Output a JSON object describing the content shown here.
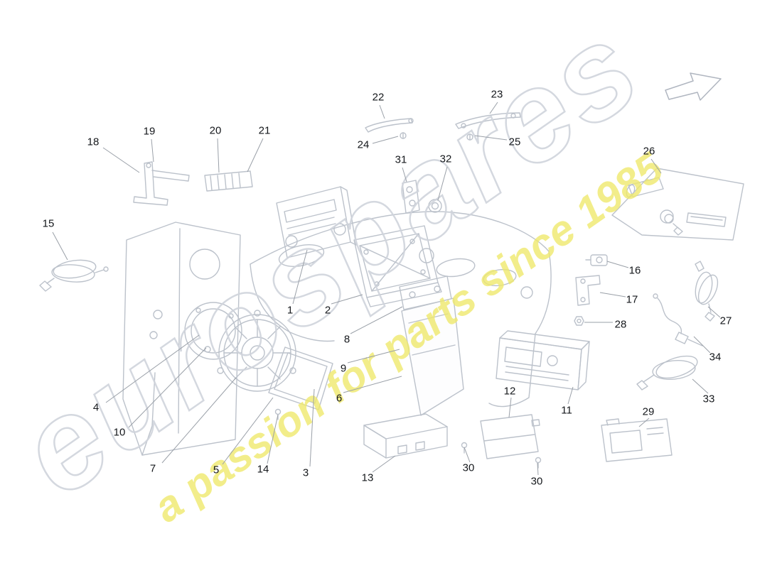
{
  "diagram": {
    "watermark_brand": "eurospares",
    "watermark_tagline": "a passion for parts since 1985"
  },
  "callouts": [
    {
      "id": "18"
    },
    {
      "id": "19"
    },
    {
      "id": "20"
    },
    {
      "id": "21"
    },
    {
      "id": "22"
    },
    {
      "id": "23"
    },
    {
      "id": "24"
    },
    {
      "id": "25"
    },
    {
      "id": "31"
    },
    {
      "id": "32"
    },
    {
      "id": "26"
    },
    {
      "id": "15"
    },
    {
      "id": "16"
    },
    {
      "id": "17"
    },
    {
      "id": "28"
    },
    {
      "id": "27"
    },
    {
      "id": "34"
    },
    {
      "id": "4"
    },
    {
      "id": "10"
    },
    {
      "id": "7"
    },
    {
      "id": "5"
    },
    {
      "id": "14"
    },
    {
      "id": "3"
    },
    {
      "id": "1"
    },
    {
      "id": "2"
    },
    {
      "id": "8"
    },
    {
      "id": "9"
    },
    {
      "id": "6"
    },
    {
      "id": "13"
    },
    {
      "id": "30"
    },
    {
      "id": "30"
    },
    {
      "id": "12"
    },
    {
      "id": "11"
    },
    {
      "id": "29"
    },
    {
      "id": "33"
    }
  ]
}
